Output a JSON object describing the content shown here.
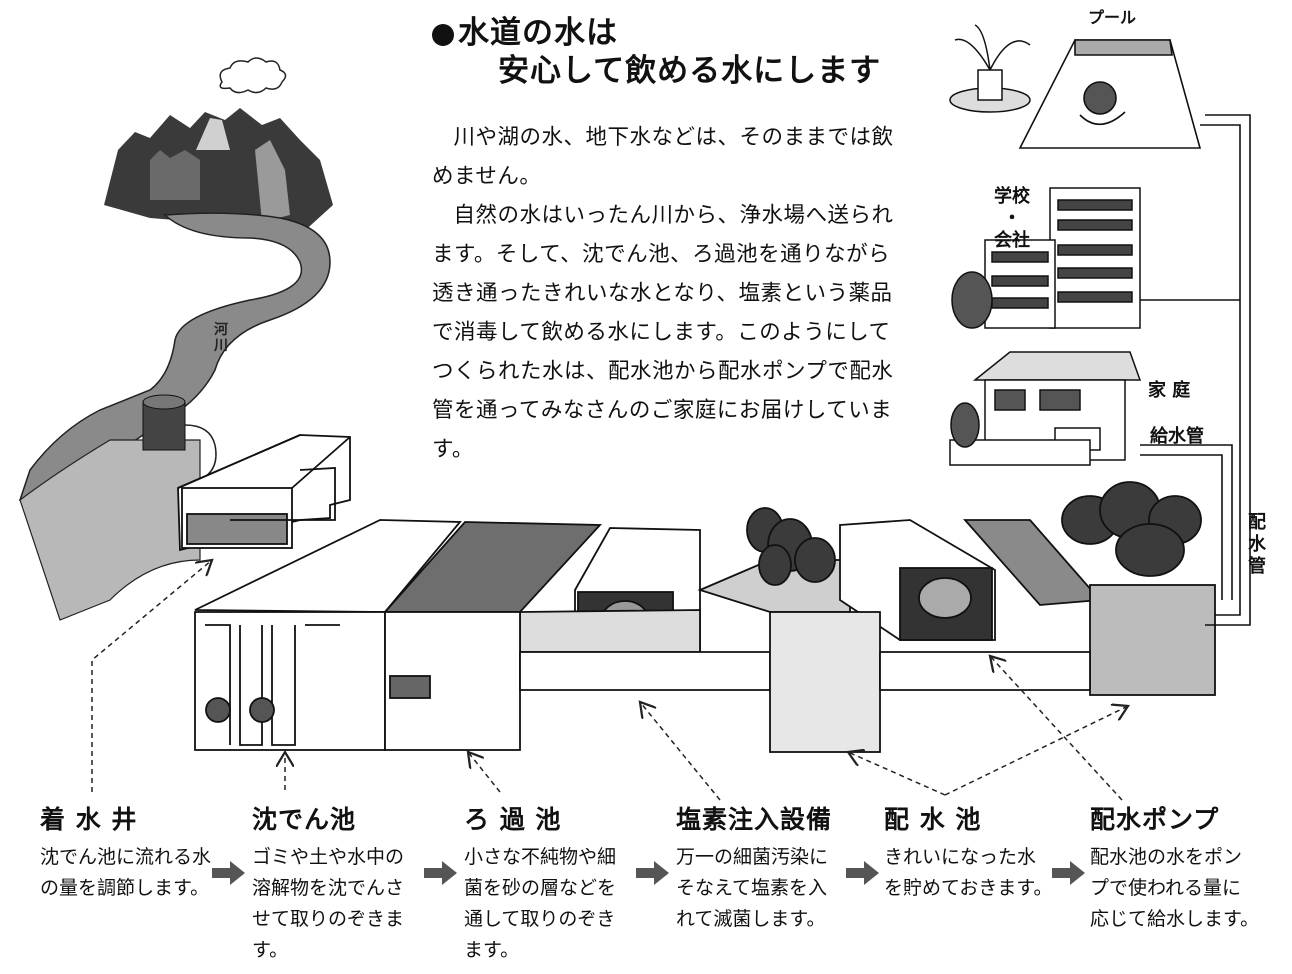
{
  "title": {
    "line1": "水道の水は",
    "line2": "安心して飲める水にします"
  },
  "paragraphs": [
    "川や湖の水、地下水などは、そのままでは飲めません。",
    "自然の水はいったん川から、浄水場へ送られます。そして、沈でん池、ろ過池を通りながら透き通ったきれいな水となり、塩素という薬品で消毒して飲める水にします。このようにしてつくられた水は、配水池から配水ポンプで配水管を通ってみなさんのご家庭にお届けしています。"
  ],
  "labels": {
    "river": "河川",
    "pool": "プール",
    "school": "学校・会社",
    "school_line1": "学校",
    "school_dot": "・",
    "school_line2": "会社",
    "home": "家 庭",
    "supply_pipe": "給水管",
    "distribution_pipe": "配水管"
  },
  "stages": [
    {
      "name": "着 水 井",
      "desc": "沈でん池に流れる水の量を調節します。"
    },
    {
      "name": "沈でん池",
      "desc": "ゴミや土や水中の溶解物を沈でんさせて取りのぞきます。"
    },
    {
      "name": "ろ 過 池",
      "desc": "小さな不純物や細菌を砂の層などを通して取りのぞきます。"
    },
    {
      "name": "塩素注入設備",
      "desc": "万一の細菌汚染にそなえて塩素を入れて滅菌します。"
    },
    {
      "name": "配 水 池",
      "desc": "きれいになった水を貯めておきます。"
    },
    {
      "name": "配水ポンプ",
      "desc": "配水池の水をポンプで使われる量に応じて給水します。"
    }
  ]
}
